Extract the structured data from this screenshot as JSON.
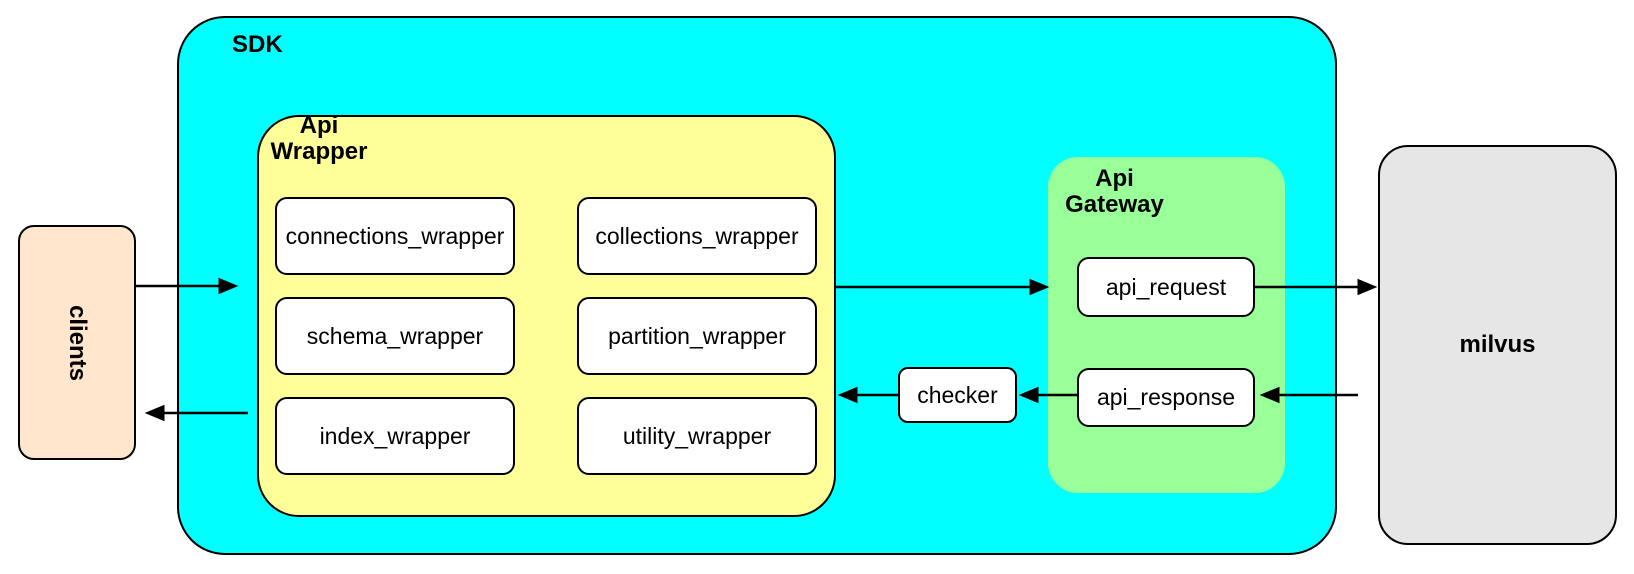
{
  "diagram": {
    "clients": {
      "label": "clients",
      "fill": "#FFE6CC"
    },
    "sdk": {
      "label": "SDK",
      "fill": "#00FFFF"
    },
    "api_wrapper": {
      "label": "Api\nWrapper",
      "fill": "#FFFF99",
      "nodes": [
        "connections_wrapper",
        "collections_wrapper",
        "schema_wrapper",
        "partition_wrapper",
        "index_wrapper",
        "utility_wrapper"
      ]
    },
    "checker": {
      "label": "checker",
      "fill": "#FFFFFF"
    },
    "api_gateway": {
      "label": "Api\nGateway",
      "fill": "#99FF99",
      "nodes": [
        "api_request",
        "api_response"
      ]
    },
    "milvus": {
      "label": "milvus",
      "fill": "#E6E6E6"
    },
    "node_fill": "#FFFFFF",
    "stroke_color": "#000000",
    "edges": [
      {
        "from": "clients",
        "to": "sdk"
      },
      {
        "from": "api_wrapper",
        "to": "api_gateway"
      },
      {
        "from": "api_request",
        "to": "milvus"
      },
      {
        "from": "milvus",
        "to": "api_response"
      },
      {
        "from": "api_response",
        "to": "checker"
      },
      {
        "from": "checker",
        "to": "api_wrapper"
      },
      {
        "from": "sdk",
        "to": "clients"
      }
    ]
  }
}
